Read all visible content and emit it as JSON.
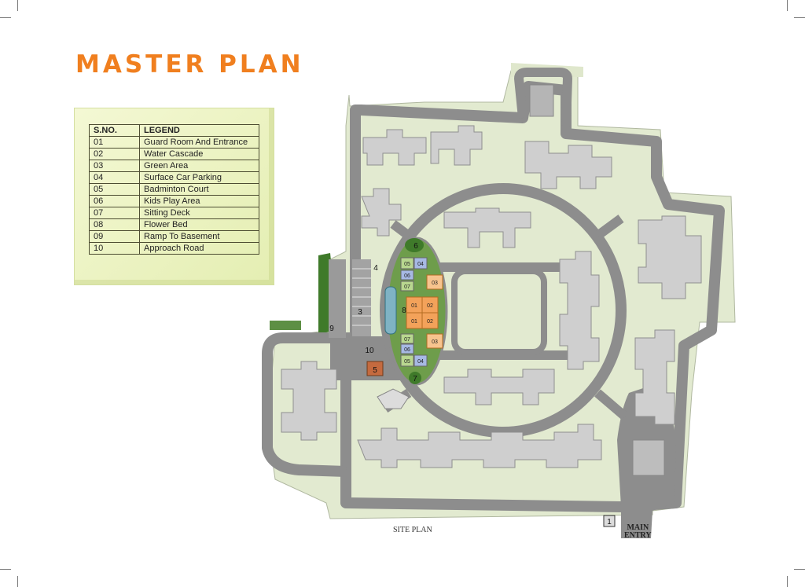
{
  "title": "MASTER PLAN",
  "legend": {
    "col_sno": "S.NO.",
    "col_legend": "LEGEND",
    "items": [
      {
        "no": "01",
        "label": "Guard Room And Entrance"
      },
      {
        "no": "02",
        "label": "Water Cascade"
      },
      {
        "no": "03",
        "label": "Green Area"
      },
      {
        "no": "04",
        "label": "Surface Car Parking"
      },
      {
        "no": "05",
        "label": "Badminton Court"
      },
      {
        "no": "06",
        "label": "Kids Play Area"
      },
      {
        "no": "07",
        "label": "Sitting Deck"
      },
      {
        "no": "08",
        "label": "Flower Bed"
      },
      {
        "no": "09",
        "label": "Ramp To Basement"
      },
      {
        "no": "10",
        "label": "Approach Road"
      }
    ]
  },
  "map": {
    "markers": {
      "m1": "1",
      "m3": "3",
      "m4": "4",
      "m5": "5",
      "m6": "6",
      "m7": "7",
      "m8": "8",
      "m9": "9",
      "m10": "10"
    },
    "courts": {
      "c05a": "05",
      "c04a": "04",
      "c06a": "06",
      "c07a": "07",
      "c07b": "07",
      "c06b": "06",
      "c05b": "05",
      "c04b": "04",
      "c03a": "03",
      "c03b": "03",
      "c01a": "01",
      "c02a": "02",
      "c01b": "01",
      "c02b": "02"
    },
    "site_plan": "SITE PLAN",
    "main_entry_1": "MAIN",
    "main_entry_2": "ENTRY"
  },
  "colors": {
    "title": "#f07f1f",
    "road": "#8d8d8d",
    "green": "#e2ead0",
    "building": "#cfcfcf",
    "dark_green": "#3f7a2a",
    "orange": "#f3a25a",
    "court_blue": "#a7b9e4",
    "court_green": "#b8d78f"
  }
}
